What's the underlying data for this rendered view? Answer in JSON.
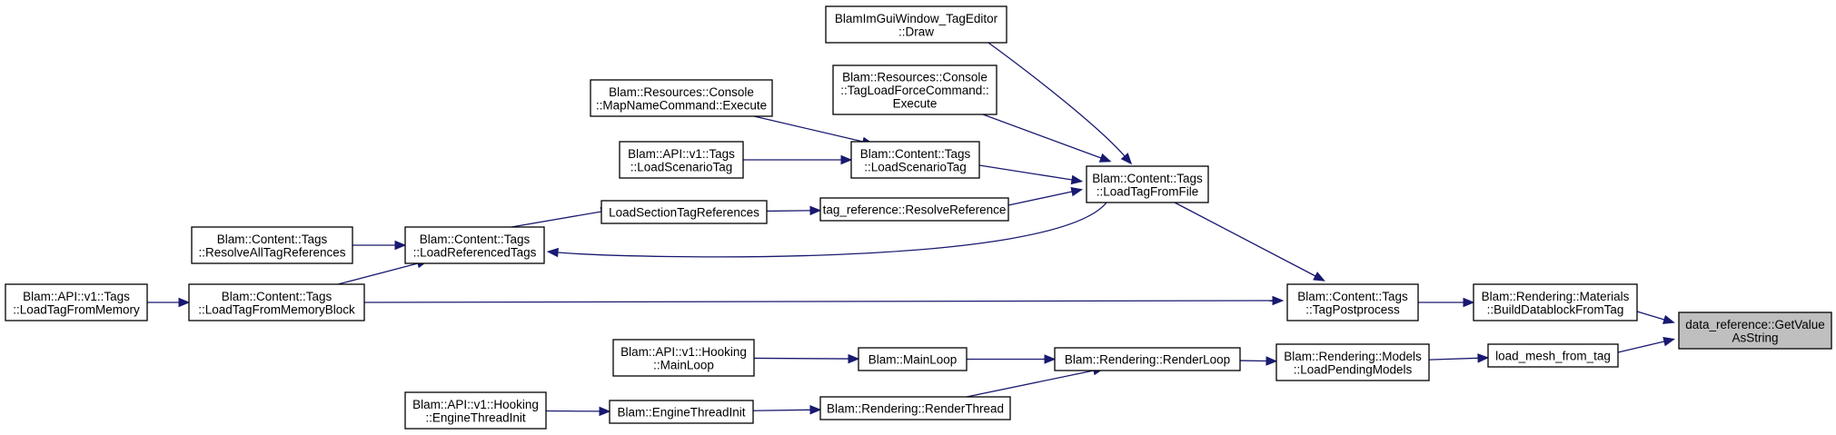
{
  "nodes": [
    {
      "id": "n_getvalue",
      "name": "node-data-reference-getvalueasstring",
      "lines": [
        "data_reference::GetValue",
        "AsString"
      ],
      "root": true
    },
    {
      "id": "n_builddb",
      "name": "node-build-datablock-from-tag",
      "lines": [
        "Blam::Rendering::Materials",
        "::BuildDatablockFromTag"
      ]
    },
    {
      "id": "n_loadmesh",
      "name": "node-load-mesh-from-tag",
      "lines": [
        "load_mesh_from_tag"
      ]
    },
    {
      "id": "n_tagpost",
      "name": "node-tag-postprocess",
      "lines": [
        "Blam::Content::Tags",
        "::TagPostprocess"
      ]
    },
    {
      "id": "n_loadpending",
      "name": "node-load-pending-models",
      "lines": [
        "Blam::Rendering::Models",
        "::LoadPendingModels"
      ]
    },
    {
      "id": "n_loadtagfromfile",
      "name": "node-load-tag-from-file",
      "lines": [
        "Blam::Content::Tags",
        "::LoadTagFromFile"
      ]
    },
    {
      "id": "n_renderloop",
      "name": "node-render-loop",
      "lines": [
        "Blam::Rendering::RenderLoop"
      ]
    },
    {
      "id": "n_loadtagmemblock",
      "name": "node-load-tag-from-memory-block",
      "lines": [
        "Blam::Content::Tags",
        "::LoadTagFromMemoryBlock"
      ]
    },
    {
      "id": "n_tageditor",
      "name": "node-tag-editor-draw",
      "lines": [
        "BlamImGuiWindow_TagEditor",
        "::Draw"
      ]
    },
    {
      "id": "n_forcecmd",
      "name": "node-tag-load-force-command-execute",
      "lines": [
        "Blam::Resources::Console",
        "::TagLoadForceCommand::",
        "Execute"
      ]
    },
    {
      "id": "n_loadscenario",
      "name": "node-load-scenario-tag",
      "lines": [
        "Blam::Content::Tags",
        "::LoadScenarioTag"
      ]
    },
    {
      "id": "n_resolveref",
      "name": "node-resolve-reference",
      "lines": [
        "tag_reference::ResolveReference"
      ]
    },
    {
      "id": "n_loadrefd",
      "name": "node-load-referenced-tags",
      "lines": [
        "Blam::Content::Tags",
        "::LoadReferencedTags"
      ]
    },
    {
      "id": "n_mainloop",
      "name": "node-main-loop",
      "lines": [
        "Blam::MainLoop"
      ]
    },
    {
      "id": "n_renderthread",
      "name": "node-render-thread",
      "lines": [
        "Blam::Rendering::RenderThread"
      ]
    },
    {
      "id": "n_mapnamecmd",
      "name": "node-map-name-command-execute",
      "lines": [
        "Blam::Resources::Console",
        "::MapNameCommand::Execute"
      ]
    },
    {
      "id": "n_apiloadscen",
      "name": "node-api-load-scenario-tag",
      "lines": [
        "Blam::API::v1::Tags",
        "::LoadScenarioTag"
      ]
    },
    {
      "id": "n_loadsectionrefs",
      "name": "node-load-section-tag-references",
      "lines": [
        "LoadSectionTagReferences"
      ]
    },
    {
      "id": "n_apimainloop",
      "name": "node-api-hooking-main-loop",
      "lines": [
        "Blam::API::v1::Hooking",
        "::MainLoop"
      ]
    },
    {
      "id": "n_enginethreadinit",
      "name": "node-engine-thread-init",
      "lines": [
        "Blam::EngineThreadInit"
      ]
    },
    {
      "id": "n_resolveall",
      "name": "node-resolve-all-tag-references",
      "lines": [
        "Blam::Content::Tags",
        "::ResolveAllTagReferences"
      ]
    },
    {
      "id": "n_apienginethread",
      "name": "node-api-hooking-engine-thread-init",
      "lines": [
        "Blam::API::v1::Hooking",
        "::EngineThreadInit"
      ]
    },
    {
      "id": "n_apiloadmem",
      "name": "node-api-load-tag-from-memory",
      "lines": [
        "Blam::API::v1::Tags",
        "::LoadTagFromMemory"
      ]
    }
  ],
  "edges": [
    {
      "from": "n_builddb",
      "to": "n_getvalue"
    },
    {
      "from": "n_loadmesh",
      "to": "n_getvalue"
    },
    {
      "from": "n_tagpost",
      "to": "n_builddb"
    },
    {
      "from": "n_loadpending",
      "to": "n_loadmesh"
    },
    {
      "from": "n_loadtagfromfile",
      "to": "n_tagpost"
    },
    {
      "from": "n_loadtagmemblock",
      "to": "n_tagpost"
    },
    {
      "from": "n_renderloop",
      "to": "n_loadpending"
    },
    {
      "from": "n_tageditor",
      "to": "n_loadtagfromfile"
    },
    {
      "from": "n_forcecmd",
      "to": "n_loadtagfromfile"
    },
    {
      "from": "n_loadscenario",
      "to": "n_loadtagfromfile"
    },
    {
      "from": "n_resolveref",
      "to": "n_loadtagfromfile"
    },
    {
      "from": "n_loadtagfromfile",
      "to": "n_loadrefd"
    },
    {
      "from": "n_mapnamecmd",
      "to": "n_loadscenario"
    },
    {
      "from": "n_apiloadscen",
      "to": "n_loadscenario"
    },
    {
      "from": "n_loadsectionrefs",
      "to": "n_resolveref"
    },
    {
      "from": "n_loadrefd",
      "to": "n_loadsectionrefs"
    },
    {
      "from": "n_resolveall",
      "to": "n_loadrefd"
    },
    {
      "from": "n_loadtagmemblock",
      "to": "n_loadrefd"
    },
    {
      "from": "n_apiloadmem",
      "to": "n_loadtagmemblock"
    },
    {
      "from": "n_mainloop",
      "to": "n_renderloop"
    },
    {
      "from": "n_renderthread",
      "to": "n_renderloop"
    },
    {
      "from": "n_apimainloop",
      "to": "n_mainloop"
    },
    {
      "from": "n_enginethreadinit",
      "to": "n_renderthread"
    },
    {
      "from": "n_apienginethread",
      "to": "n_enginethreadinit"
    }
  ]
}
